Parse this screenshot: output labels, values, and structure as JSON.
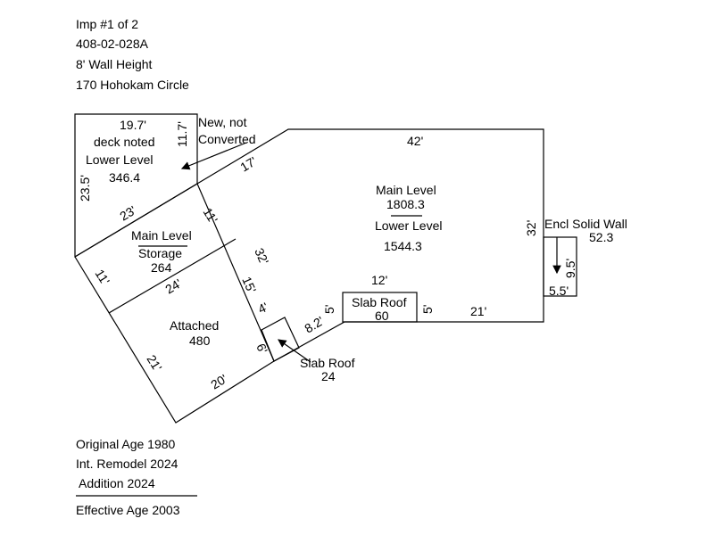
{
  "header": {
    "line1": "Imp #1 of 2",
    "line2": "408-02-028A",
    "line3": "8' Wall Height",
    "line4": "170 Hohokam Circle"
  },
  "deck": {
    "dim_top": "19.7'",
    "dim_side": "11.7'",
    "note": "deck noted",
    "label": "Lower Level",
    "area": "346.4",
    "dim_left": "23.5'",
    "dim_diag": "23'"
  },
  "callout": {
    "line1": "New, not",
    "line2": "Converted"
  },
  "main": {
    "dim_top": "42'",
    "dim_diag": "17'",
    "label1": "Main Level",
    "area1": "1808.3",
    "label2": "Lower Level",
    "area2": "1544.3",
    "dim_right": "32'",
    "dim_bottom_a": "12'",
    "dim_bottom_b": "21'"
  },
  "storage": {
    "label1": "Main Level",
    "label2": "Storage",
    "area": "264",
    "dim_left": "11'",
    "dim_right": "11'",
    "dim_bottom": "24'"
  },
  "garage": {
    "label": "Attached",
    "area": "480",
    "dim_left": "21'",
    "dim_bottom": "20'",
    "dim_upper": "15'",
    "dim_long": "32'"
  },
  "slab_small": {
    "dim_a": "4'",
    "dim_b": "6'",
    "dim_diag": "8.2'",
    "label": "Slab Roof",
    "area": "24"
  },
  "slab_big": {
    "label": "Slab Roof",
    "area": "60",
    "dim_left": "5'",
    "dim_right": "5'"
  },
  "encl": {
    "label": "Encl Solid Wall",
    "area": "52.3",
    "dim_h": "9.5'",
    "dim_w": "5.5'"
  },
  "footer": {
    "line1": "Original Age 1980",
    "line2": "Int. Remodel 2024",
    "line3": "Addition 2024",
    "line4": "Effective Age 2003"
  }
}
